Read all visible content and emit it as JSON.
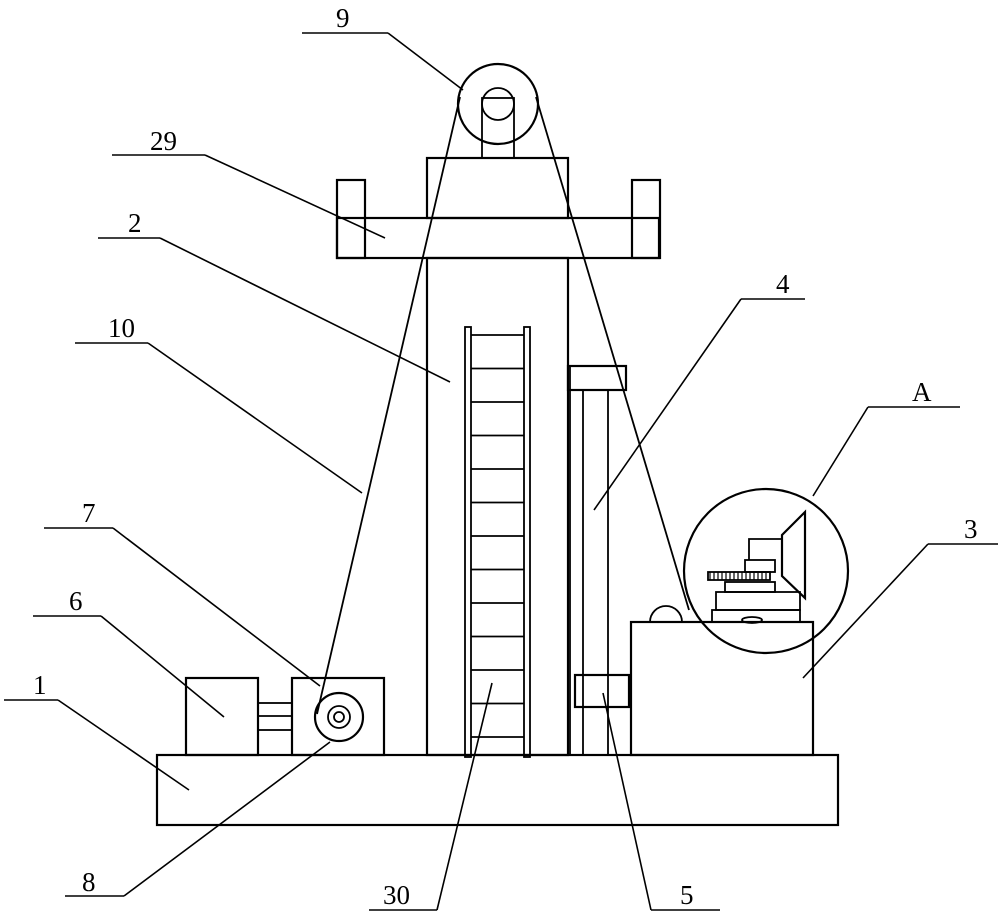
{
  "labels": {
    "l1": "1",
    "l2": "2",
    "l3": "3",
    "l4": "4",
    "l5": "5",
    "l6": "6",
    "l7": "7",
    "l8": "8",
    "l9": "9",
    "l10": "10",
    "l29": "29",
    "l30": "30",
    "lA": "A"
  }
}
